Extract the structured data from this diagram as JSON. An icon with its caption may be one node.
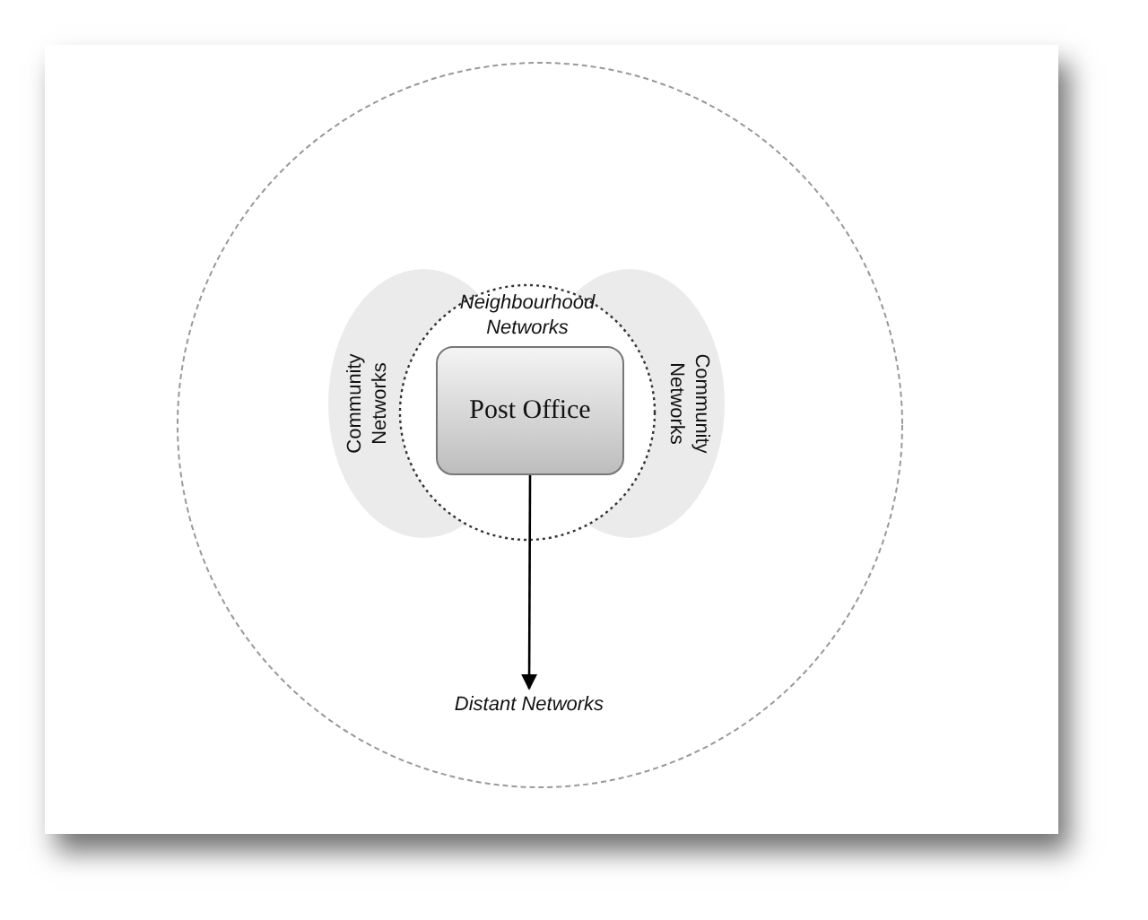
{
  "diagram": {
    "nodes": [
      {
        "text": [],
        "shape": "circle"
      },
      {
        "text": [
          "Community Networks"
        ],
        "in": 0
      },
      {
        "text": [
          "Community Networks"
        ],
        "in": 0
      },
      {
        "text": [
          "Neighbourhood Networks"
        ],
        "in": 0
      },
      {
        "text": [
          "Post Office"
        ],
        "in": 3
      },
      {
        "text": [
          "Distant Networks"
        ],
        "in": 0
      }
    ],
    "edges": [
      {
        "from": 4,
        "to": 5,
        "arrow": "to"
      }
    ]
  }
}
